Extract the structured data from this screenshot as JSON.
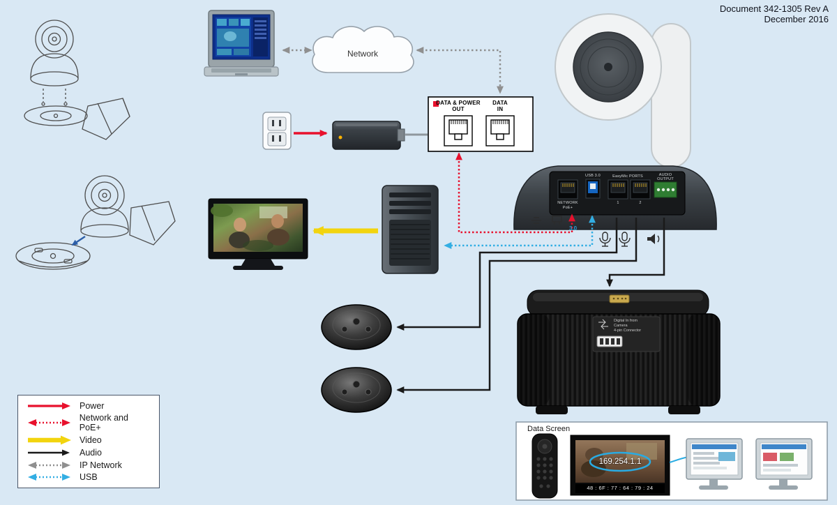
{
  "header": {
    "doc_number": "Document 342-1305 Rev A",
    "doc_date": "December 2016"
  },
  "cloud": {
    "label": "Network"
  },
  "poe_box": {
    "out_line1": "DATA & POWER",
    "out_line2": "OUT",
    "in_line1": "DATA",
    "in_line2": "IN"
  },
  "camera_rear": {
    "usb_label": "USB 3.0",
    "network_line1": "NETWORK",
    "network_line2": "PoE+",
    "easymic_label": "EasyMic PORTS",
    "port1": "1",
    "port2": "2",
    "audio_line1": "AUDIO",
    "audio_line2": "OUTPUT",
    "usb_speed_callout": "3.0"
  },
  "speaker": {
    "label_line1": "Digital In from",
    "label_line2": "Camera",
    "label_line3": "4-pin Connector"
  },
  "data_screen": {
    "title": "Data Screen",
    "ip_address": "169.254.1.1",
    "mac_address": "48 : 6F : 77 : 64 : 79 : 24"
  },
  "legend": {
    "items": [
      {
        "label": "Power",
        "style": "power"
      },
      {
        "label": "Network and PoE+",
        "style": "poe"
      },
      {
        "label": "Video",
        "style": "video"
      },
      {
        "label": "Audio",
        "style": "audio"
      },
      {
        "label": "IP Network",
        "style": "ip"
      },
      {
        "label": "USB",
        "style": "usb"
      }
    ]
  },
  "colors": {
    "power": "#e8112d",
    "poe": "#e8112d",
    "video": "#f2d40e",
    "audio": "#1a1a1a",
    "ip_network": "#8f8f8f",
    "usb": "#33aee3",
    "callout_blue": "#29abe2",
    "background": "#d9e8f4"
  }
}
